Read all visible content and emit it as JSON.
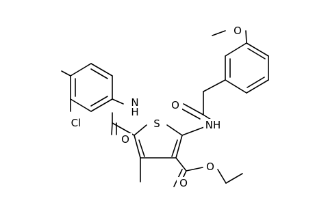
{
  "labels": {
    "methoxy_o": "O",
    "amide2_o": "O",
    "amide2_nh": "NH",
    "thiophene_s": "S",
    "amide1_nh": "N",
    "amide1_nh_h": "H",
    "chloro": "Cl",
    "amide1_o": "O",
    "ester_o_carbonyl": "O",
    "ester_o_ether": "O"
  }
}
